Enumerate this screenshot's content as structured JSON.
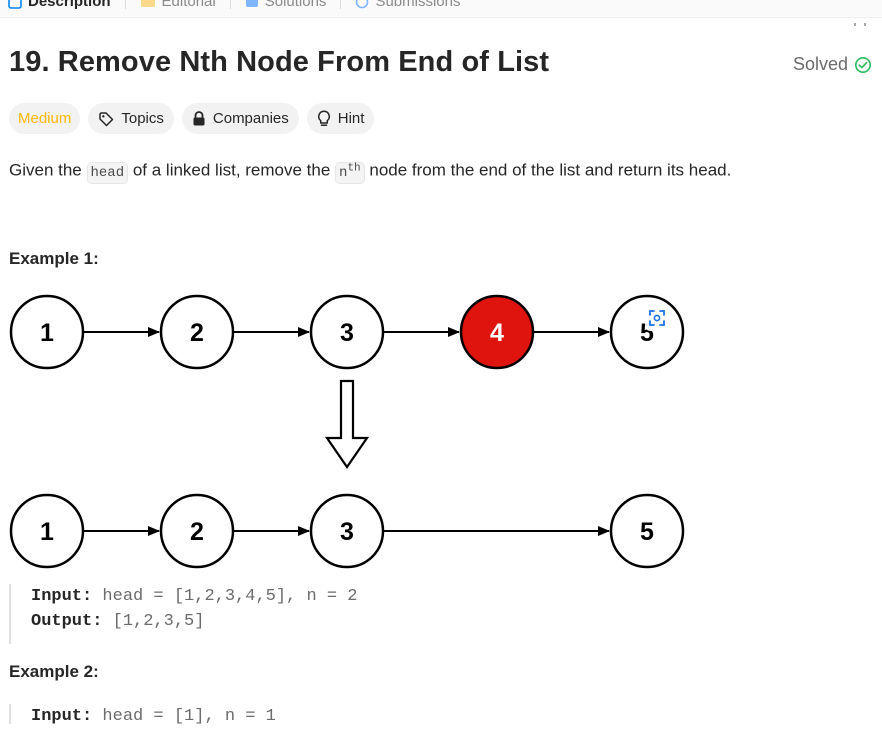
{
  "tabs": {
    "description": "Description",
    "editorial": "Editorial",
    "solutions": "Solutions",
    "submissions": "Submissions"
  },
  "problem": {
    "title": "19. Remove Nth Node From End of List",
    "status": "Solved",
    "difficulty": "Medium",
    "chips": {
      "topics": "Topics",
      "companies": "Companies",
      "hint": "Hint"
    },
    "description": {
      "p1": "Given the ",
      "code1": "head",
      "p2": " of a linked list, remove the ",
      "code2": "n",
      "sup": "th",
      "p3": " node from the end of the list and return its head."
    }
  },
  "example1": {
    "heading": "Example 1:",
    "before_nodes": [
      "1",
      "2",
      "3",
      "4",
      "5"
    ],
    "after_nodes": [
      "1",
      "2",
      "3",
      "5"
    ],
    "input_label": "Input:",
    "input_value": "head = [1,2,3,4,5], n = 2",
    "output_label": "Output:",
    "output_value": "[1,2,3,5]"
  },
  "example2": {
    "heading": "Example 2:",
    "input_label": "Input:",
    "input_value": "head = [1], n = 1"
  },
  "colors": {
    "removed_node": "#e0140e",
    "difficulty": "#ffb800",
    "solved_check": "#2cbb5d"
  }
}
